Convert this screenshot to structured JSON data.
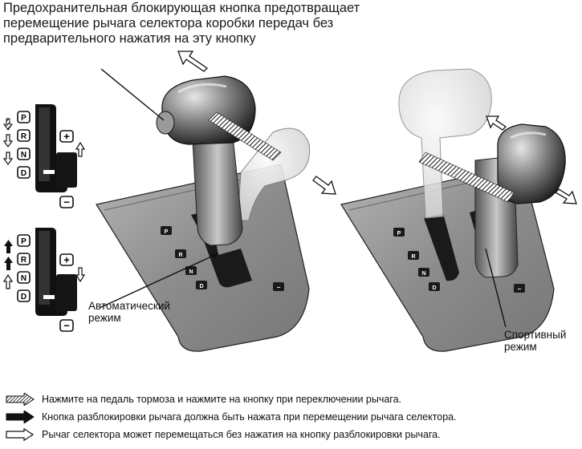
{
  "title": {
    "line1": "Предохранительная блокирующая кнопка предотвращает",
    "line2": "перемещение рычага селектора коробки передач без",
    "line3": "предварительного нажатия на эту кнопку"
  },
  "gate_upper": {
    "positions": [
      "P",
      "R",
      "N",
      "D"
    ],
    "plus_symbol": "+",
    "minus_symbol": "−"
  },
  "gate_lower": {
    "positions": [
      "P",
      "R",
      "N",
      "D"
    ],
    "plus_symbol": "+",
    "minus_symbol": "−"
  },
  "console_left": {
    "positions": [
      "P",
      "R",
      "N",
      "D"
    ],
    "manual_symbol": "−"
  },
  "console_right": {
    "positions": [
      "P",
      "R",
      "N",
      "D"
    ],
    "manual_symbol": "−"
  },
  "labels": {
    "auto_mode_line1": "Автоматический",
    "auto_mode_line2": "режим",
    "sport_mode_line1": "Спортивный",
    "sport_mode_line2": "режим"
  },
  "legend": [
    {
      "icon": "hatched-arrow-icon",
      "text": "Нажмите на педаль тормоза и нажмите на кнопку при переключении рычага."
    },
    {
      "icon": "solid-arrow-icon",
      "text": "Кнопка разблокировки рычага должна быть нажата при перемещении рычага селектора."
    },
    {
      "icon": "outline-arrow-icon",
      "text": "Рычаг селектора может перемещаться без нажатия на кнопку разблокировки рычага."
    }
  ]
}
